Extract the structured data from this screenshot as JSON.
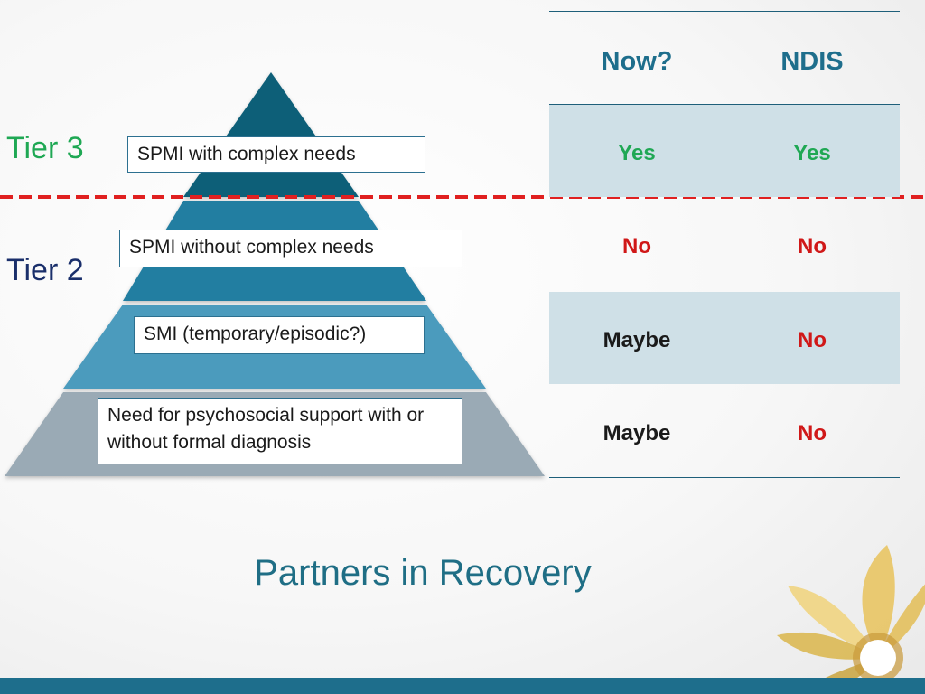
{
  "tiers": [
    {
      "label": "Tier 3",
      "color": "#1fa854"
    },
    {
      "label": "Tier 2",
      "color": "#1a2f6b"
    }
  ],
  "pyramid_levels": [
    {
      "label": "SPMI with complex needs",
      "fill": "#0f5f78"
    },
    {
      "label": "SPMI without complex needs",
      "fill": "#247ea1"
    },
    {
      "label": "SMI (temporary/episodic?)",
      "fill": "#4c9bbd"
    },
    {
      "label": "Need for psychosocial support with or without formal diagnosis",
      "fill": "#9aaab5"
    }
  ],
  "divider_color": "#e02020",
  "table": {
    "headers": [
      "Now?",
      "NDIS"
    ],
    "rows": [
      {
        "now": "Yes",
        "now_color": "#1fa854",
        "ndis": "Yes",
        "ndis_color": "#1fa854"
      },
      {
        "now": "No",
        "now_color": "#d01818",
        "ndis": "No",
        "ndis_color": "#d01818"
      },
      {
        "now": "Maybe",
        "now_color": "#1a1a1a",
        "ndis": "No",
        "ndis_color": "#d01818"
      },
      {
        "now": "Maybe",
        "now_color": "#1a1a1a",
        "ndis": "No",
        "ndis_color": "#d01818"
      }
    ]
  },
  "title": "Partners in Recovery",
  "accent_color": "#1e6e8c"
}
